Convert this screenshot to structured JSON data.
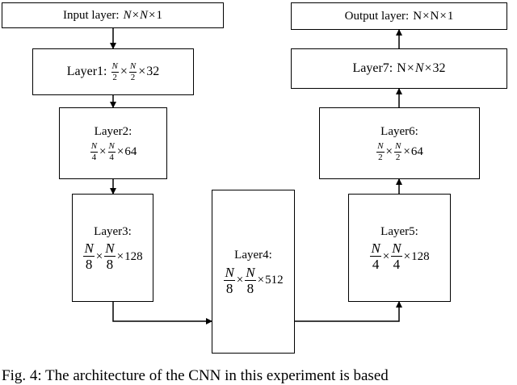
{
  "diagram": {
    "nodes": {
      "input": {
        "label": "Input layer:",
        "dims": [
          "N",
          "N",
          "1"
        ]
      },
      "layer1": {
        "label": "Layer1:",
        "frac_num": "N",
        "frac_den": "2",
        "channels": "32"
      },
      "layer2": {
        "label": "Layer2:",
        "frac_num": "N",
        "frac_den": "4",
        "channels": "64"
      },
      "layer3": {
        "label": "Layer3:",
        "frac_num": "N",
        "frac_den": "8",
        "channels": "128"
      },
      "layer4": {
        "label": "Layer4:",
        "frac_num": "N",
        "frac_den": "8",
        "channels": "512"
      },
      "layer5": {
        "label": "Layer5:",
        "frac_num": "N",
        "frac_den": "4",
        "channels": "128"
      },
      "layer6": {
        "label": "Layer6:",
        "frac_num": "N",
        "frac_den": "2",
        "channels": "64"
      },
      "layer7": {
        "label": "Layer7:",
        "dims": [
          "N",
          "N",
          "32"
        ]
      },
      "output": {
        "label": "Output layer:",
        "dims": [
          "N",
          "N",
          "1"
        ]
      }
    },
    "times": "×"
  },
  "caption": "Fig. 4: The architecture of the CNN in this experiment is based"
}
